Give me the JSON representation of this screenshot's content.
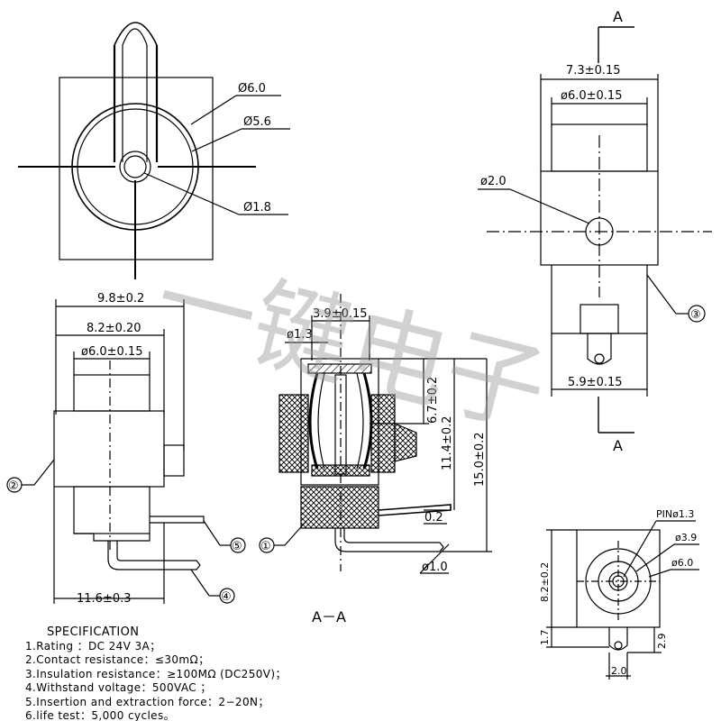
{
  "top_view": {
    "dia_outer": "Ø6.0",
    "dia_inner": "Ø5.6",
    "dia_pin": "Ø1.8"
  },
  "side_view": {
    "width_total": "9.8±0.2",
    "width_mid": "8.2±0.20",
    "dia_body": "ø6.0±0.15",
    "width_bottom": "11.6±0.3",
    "callout_2": "②",
    "callout_4": "④",
    "callout_5": "⑤"
  },
  "section_view": {
    "width_top": "3.9±0.15",
    "dia_pin": "ø1.3",
    "h_67": "6.7±0.2",
    "h_114": "11.4±0.2",
    "h_150": "15.0±0.2",
    "t_02": "0.2",
    "dia_10": "ø1.0",
    "callout_1": "①",
    "label": "A－A"
  },
  "front_view": {
    "section_mark_top": "A",
    "section_mark_bottom": "A",
    "width_total": "7.3±0.15",
    "dia_body": "ø6.0±0.15",
    "dia_hole": "ø2.0",
    "width_bottom": "5.9±0.15",
    "callout_3": "③"
  },
  "bottom_view": {
    "pin_label": "PINø1.3",
    "dia_39": "ø3.9",
    "dia_60": "ø6.0",
    "height": "8.2±0.2",
    "dim_17": "1.7",
    "dim_29": "2.9",
    "dim_20": "2.0"
  },
  "watermark": "一键电子",
  "specification": {
    "title": "SPECIFICATION",
    "items": [
      "1.Rating ：DC 24V 3A；",
      "2.Contact resistance：≤30mΩ；",
      "3.Insulation resistance：≥100MΩ (DC250V)；",
      "4.Withstand voltage：500VAC ；",
      "5.Insertion and extraction force：2−20N；",
      "6.life test：5,000 cycles。"
    ]
  }
}
